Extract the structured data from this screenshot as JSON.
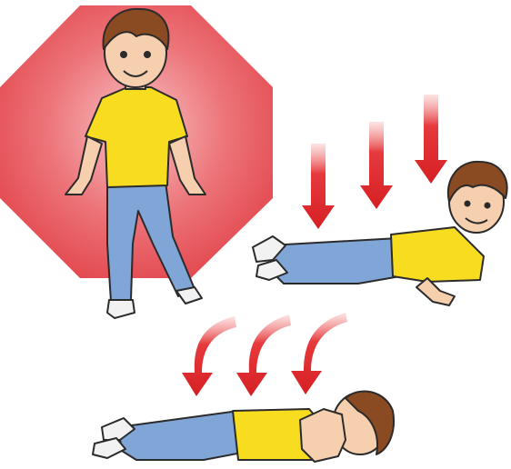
{
  "illustration": {
    "panels": [
      {
        "id": "stop",
        "icon": "stop-sign-icon",
        "pose": "standing-boy"
      },
      {
        "id": "drop",
        "icon": "down-arrows-icon",
        "pose": "boy-lying-prone-propped"
      },
      {
        "id": "roll",
        "icon": "curved-arrows-icon",
        "pose": "boy-rolling-face-covered"
      }
    ],
    "colors": {
      "stop_sign": "#e2474d",
      "stop_sign_center": "#f6b5b8",
      "arrow": "#e0262a",
      "shirt": "#f7dc1f",
      "jeans": "#7fa6d6",
      "hair": "#8a4a22",
      "skin": "#f6cfae",
      "shoe": "#f2f2f2",
      "outline": "#2b2b2b"
    }
  }
}
